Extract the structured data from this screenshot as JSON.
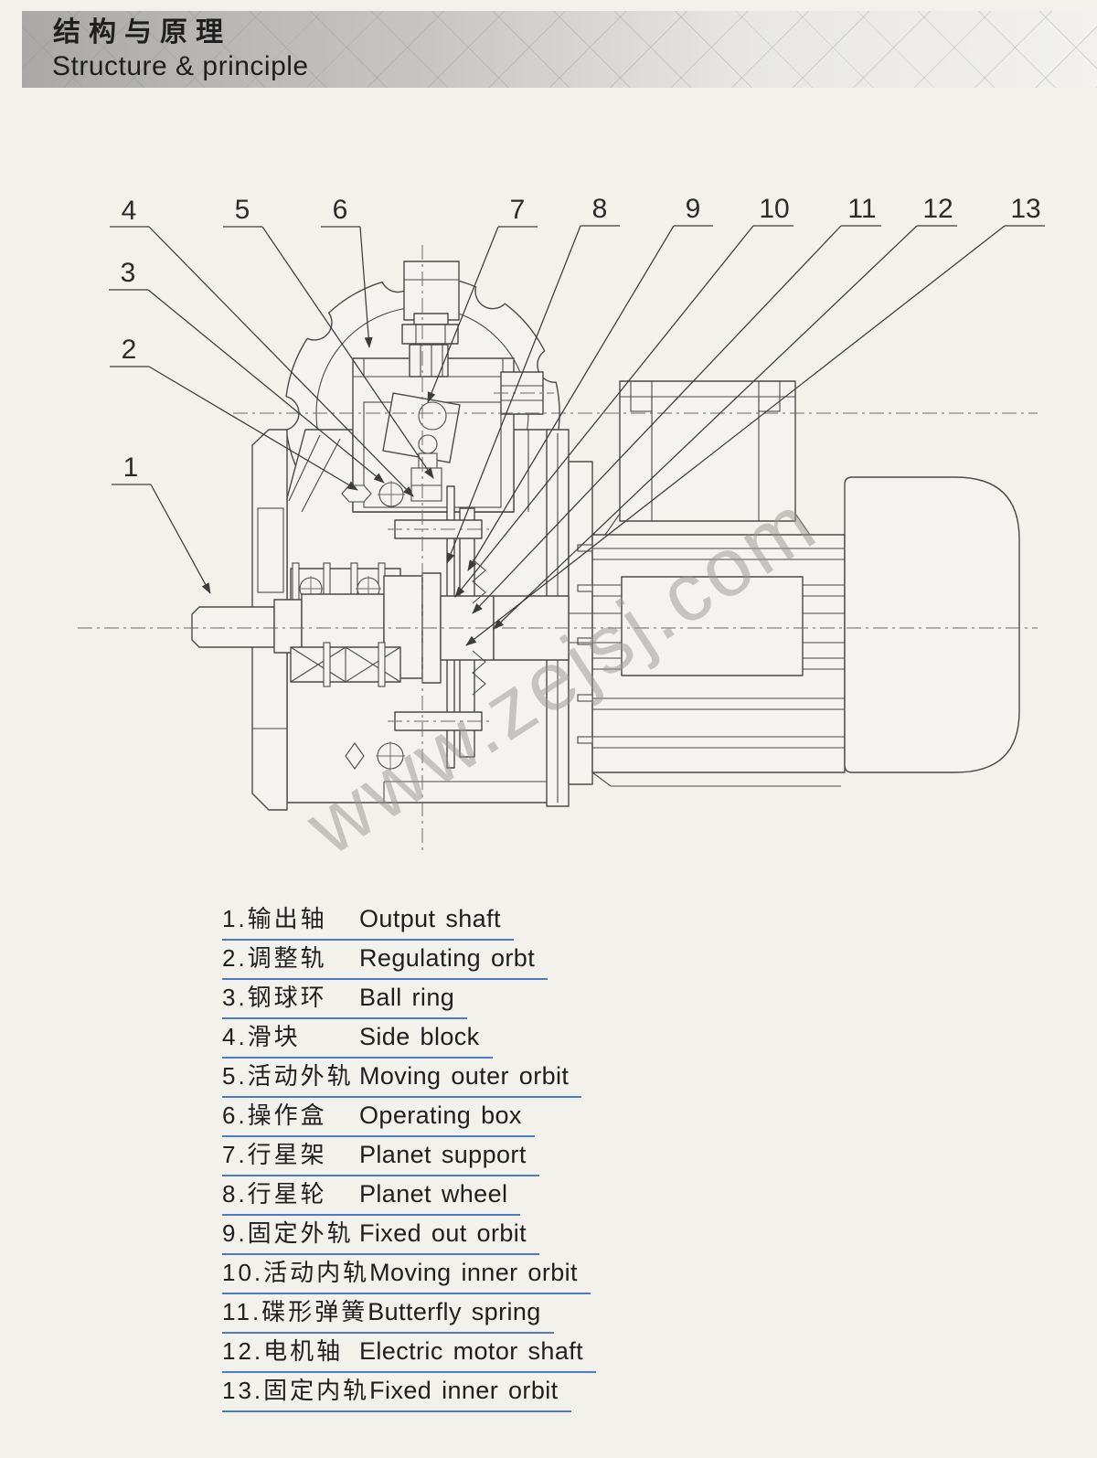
{
  "header": {
    "title_cn": "结构与原理",
    "title_en": "Structure & principle"
  },
  "watermark": "www.zejsj.com",
  "callouts": [
    "1",
    "2",
    "3",
    "4",
    "5",
    "6",
    "7",
    "8",
    "9",
    "10",
    "11",
    "12",
    "13"
  ],
  "legend": {
    "underline_color": "#4f79c1",
    "items": [
      {
        "cn": "1.输出轴",
        "en": "Output shaft"
      },
      {
        "cn": "2.调整轨",
        "en": "Regulating orbt"
      },
      {
        "cn": "3.钢球环",
        "en": "Ball ring"
      },
      {
        "cn": "4.滑块",
        "en": "Side block"
      },
      {
        "cn": "5.活动外轨",
        "en": "Moving outer orbit"
      },
      {
        "cn": "6.操作盒",
        "en": "Operating box"
      },
      {
        "cn": "7.行星架",
        "en": "Planet support"
      },
      {
        "cn": "8.行星轮",
        "en": "Planet wheel"
      },
      {
        "cn": "9.固定外轨",
        "en": "Fixed out orbit"
      },
      {
        "cn": "10.活动内轨",
        "en": "Moving inner orbit"
      },
      {
        "cn": "11.碟形弹簧",
        "en": "Butterfly spring"
      },
      {
        "cn": "12.电机轴",
        "en": "Electric motor shaft"
      },
      {
        "cn": "13.固定内轨",
        "en": "Fixed inner orbit"
      }
    ]
  },
  "colors": {
    "page_background": "#f3f1ec",
    "drawing_line": "#4a4a4a",
    "legend_underline": "#4f79c1",
    "band_gray_left": "#aaa9a7",
    "band_gray_right": "#f2f1ef",
    "watermark_gray": "#9a9792"
  }
}
